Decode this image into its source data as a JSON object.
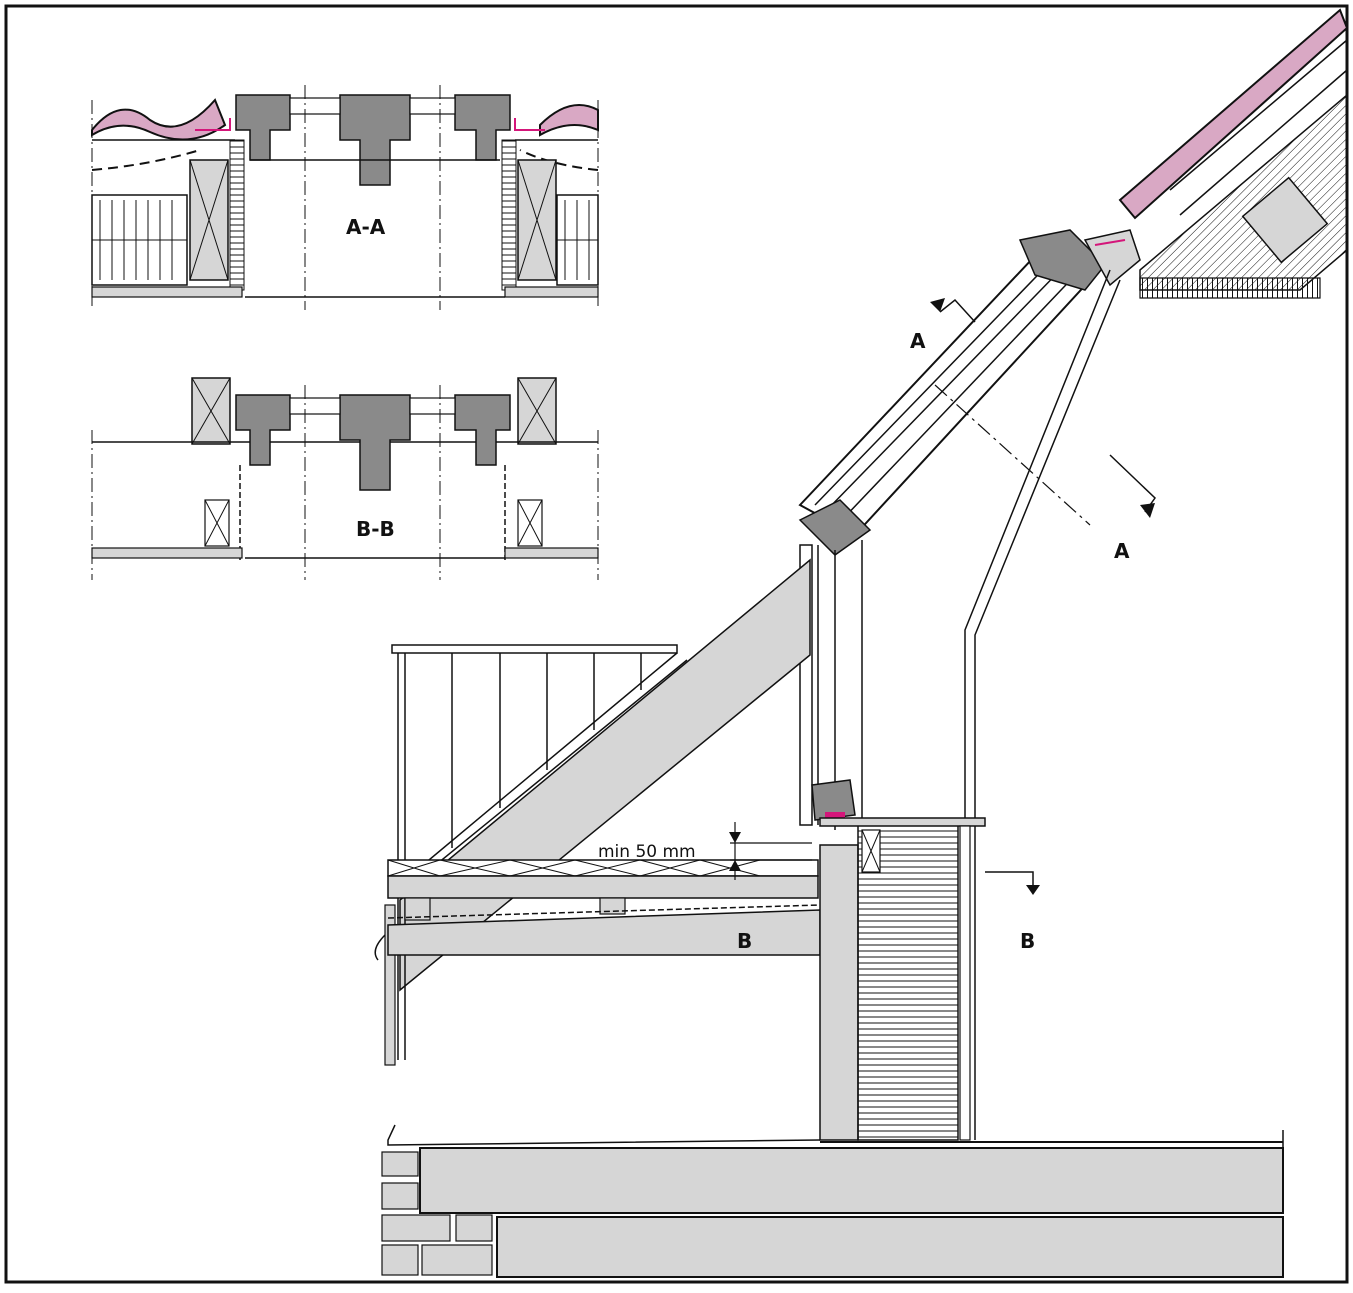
{
  "section_labels": {
    "aa_title": "A-A",
    "bb_title": "B-B",
    "a_upper": "A",
    "a_lower": "A",
    "b_left": "B",
    "b_right": "B"
  },
  "dimension": {
    "label": "min 50 mm"
  },
  "colors": {
    "line": "#111111",
    "fill_grey": "#d6d6d6",
    "profile_grey": "#8a8a8a",
    "tile_pink": "#d9a8c4",
    "membrane_magenta": "#d4167a"
  }
}
